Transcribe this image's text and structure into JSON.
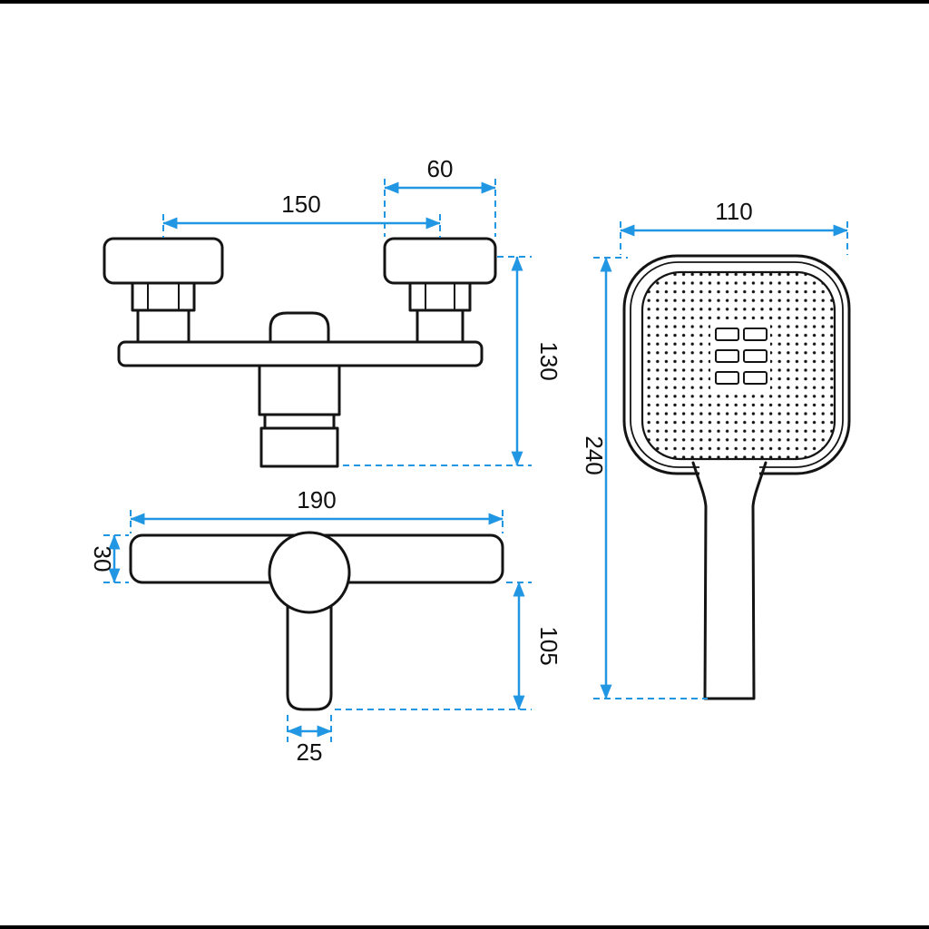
{
  "drawing": {
    "background_color": "#ffffff",
    "ink_color": "#141414",
    "dimension_color": "#2196e3",
    "frame_color": "#000000",
    "dims": {
      "front": {
        "hole_spacing": "150",
        "flange_width": "60",
        "height_to_spout": "130"
      },
      "top": {
        "body_width": "190",
        "body_depth": "30",
        "handle_length": "105",
        "handle_end_width": "25"
      },
      "shower": {
        "head_width": "110",
        "total_length": "240"
      }
    }
  }
}
